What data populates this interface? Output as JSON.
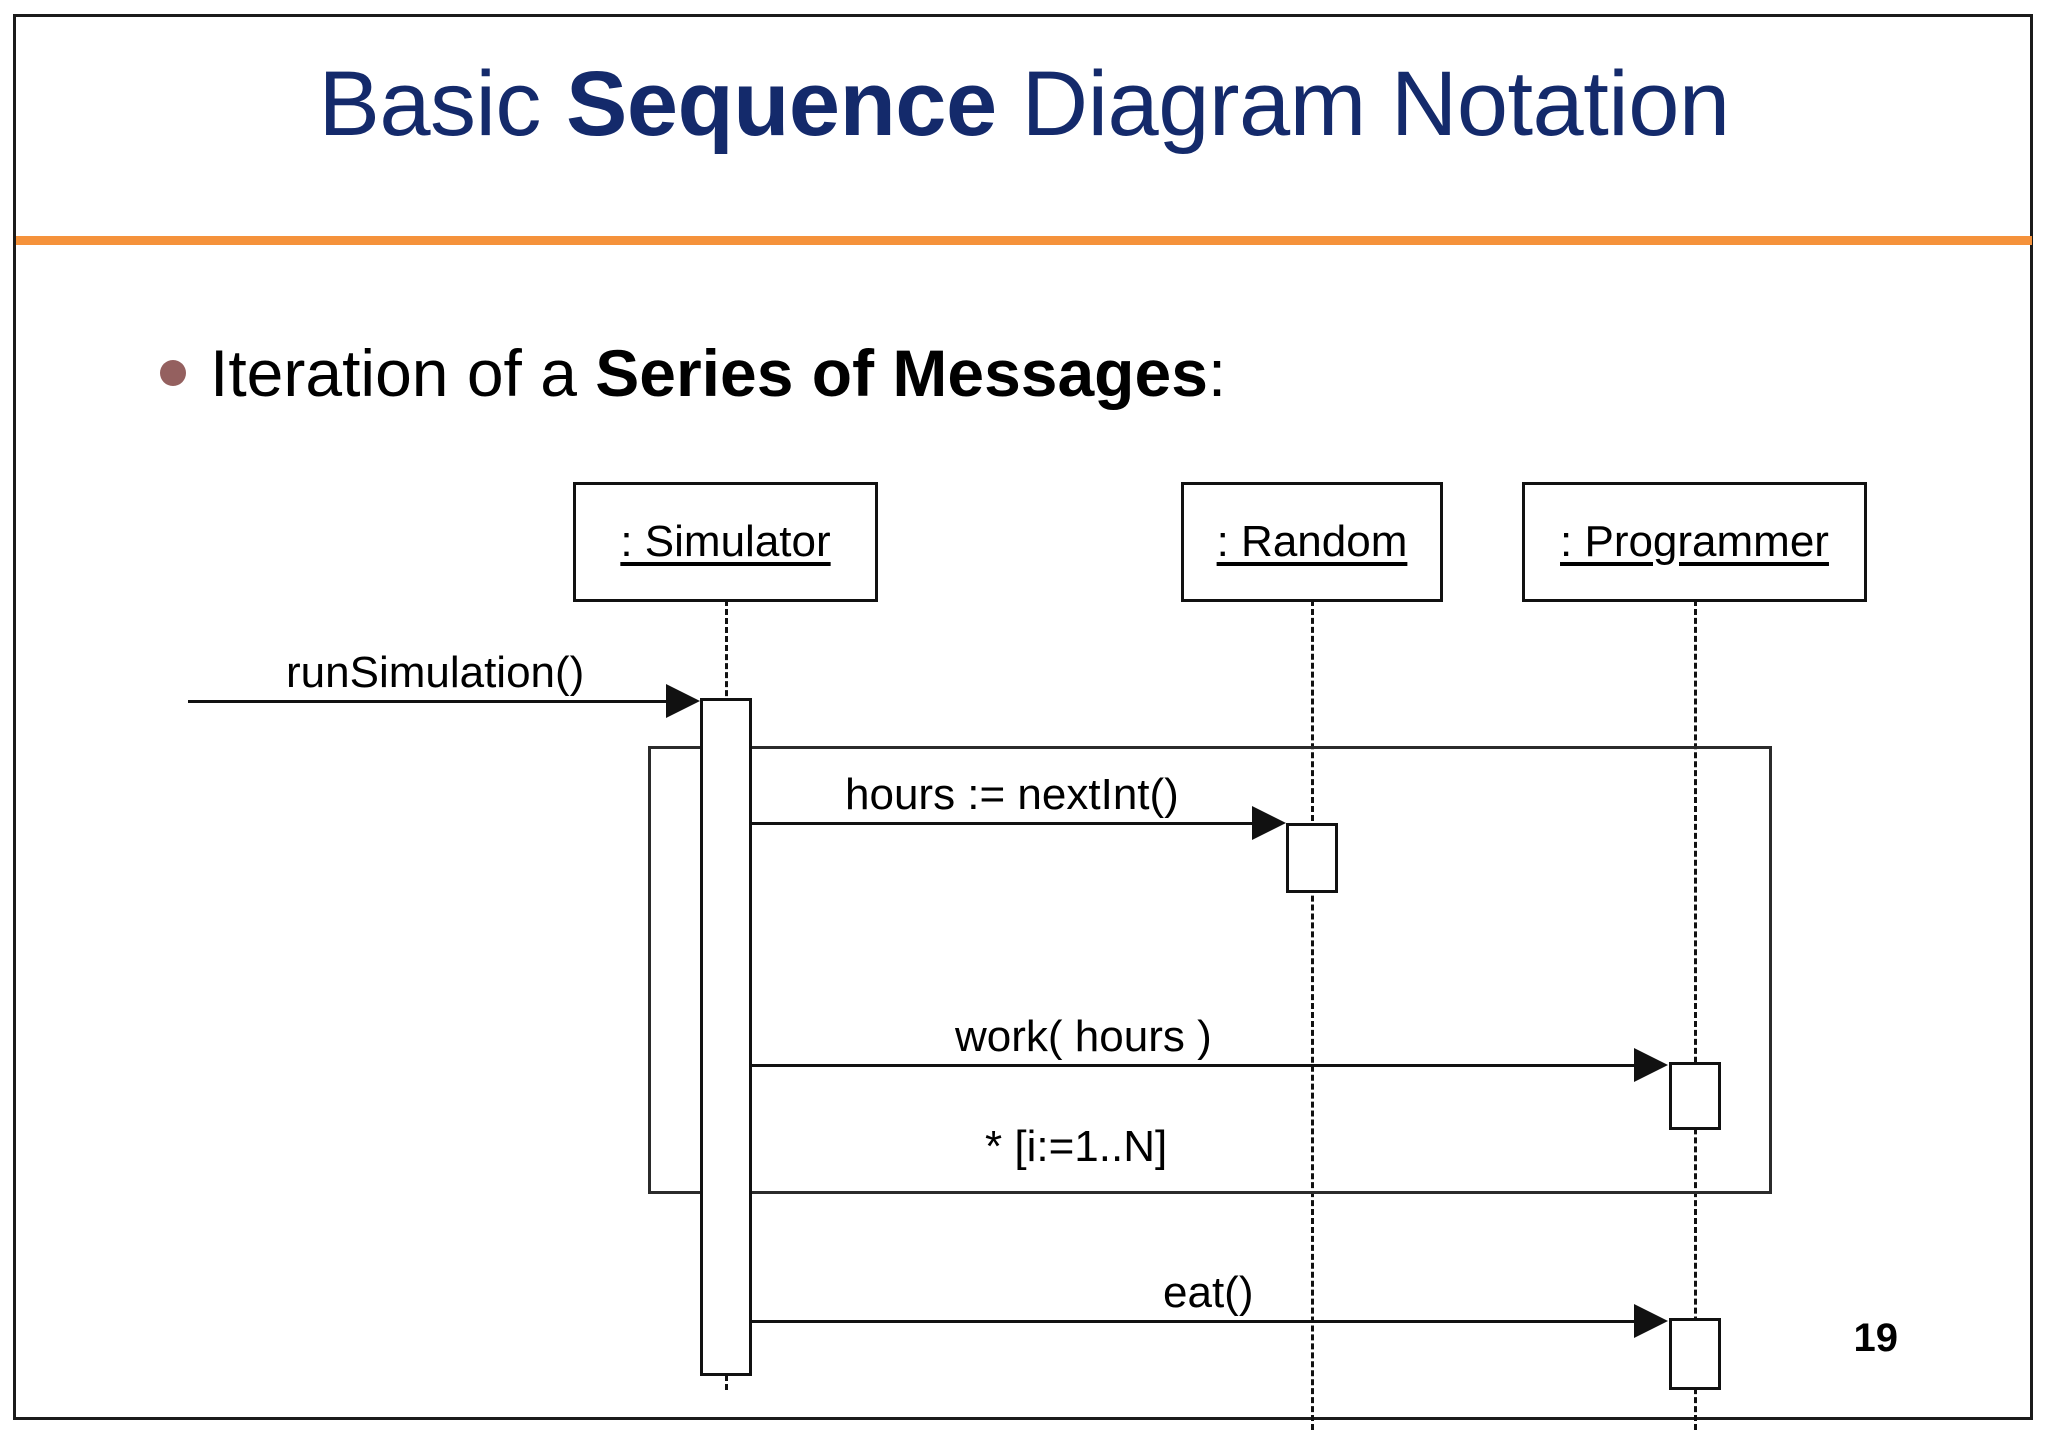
{
  "slide": {
    "title_parts": [
      {
        "text": "Basic ",
        "bold": false
      },
      {
        "text": "Sequence",
        "bold": true
      },
      {
        "text": " Diagram Notation",
        "bold": false
      }
    ],
    "title_plain": "Basic Sequence Diagram Notation",
    "title_color": "#142A6B",
    "rule_color": "#F5923B",
    "page_number": "19"
  },
  "bullet": {
    "dot_color": "#94605F",
    "parts": [
      {
        "text": "Iteration of a ",
        "bold": false
      },
      {
        "text": "Series of Messages",
        "bold": true
      },
      {
        "text": ":",
        "bold": false
      }
    ],
    "plain": "Iteration of a Series of Messages:"
  },
  "diagram": {
    "type": "uml-sequence-diagram",
    "participants": [
      {
        "id": "simulator",
        "label": ": Simulator"
      },
      {
        "id": "random",
        "label": ": Random"
      },
      {
        "id": "programmer",
        "label": ": Programmer"
      }
    ],
    "messages": [
      {
        "id": "run-simulation",
        "label": "runSimulation()",
        "from": "actor-boundary",
        "to": "simulator"
      },
      {
        "id": "hours-next-int",
        "label": "hours := nextInt()",
        "from": "simulator",
        "to": "random"
      },
      {
        "id": "work-hours",
        "label": "work( hours )",
        "from": "simulator",
        "to": "programmer"
      },
      {
        "id": "eat",
        "label": "eat()",
        "from": "simulator",
        "to": "programmer"
      }
    ],
    "iteration": {
      "guard": "* [i:=1..N]",
      "contains": [
        "hours-next-int",
        "work-hours"
      ]
    }
  }
}
